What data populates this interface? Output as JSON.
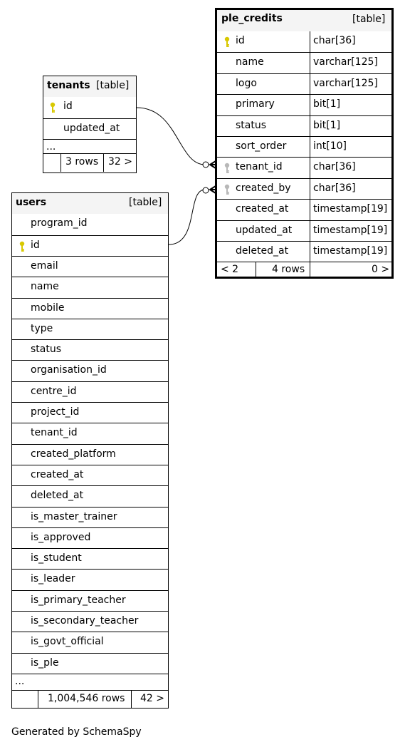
{
  "colors": {
    "key_primary": "#d8c800",
    "key_foreign": "#b8b8b8",
    "header_bg": "#f4f4f4"
  },
  "tenants": {
    "name": "tenants",
    "type": "[table]",
    "columns": [
      "id",
      "updated_at"
    ],
    "ellipsis": "...",
    "rows_label": "3 rows",
    "children_label": "32 >"
  },
  "ple_credits": {
    "name": "ple_credits",
    "type": "[table]",
    "columns": [
      {
        "name": "id",
        "type": "char[36]",
        "key": "primary"
      },
      {
        "name": "name",
        "type": "varchar[125]",
        "key": ""
      },
      {
        "name": "logo",
        "type": "varchar[125]",
        "key": ""
      },
      {
        "name": "primary",
        "type": "bit[1]",
        "key": ""
      },
      {
        "name": "status",
        "type": "bit[1]",
        "key": ""
      },
      {
        "name": "sort_order",
        "type": "int[10]",
        "key": ""
      },
      {
        "name": "tenant_id",
        "type": "char[36]",
        "key": "foreign"
      },
      {
        "name": "created_by",
        "type": "char[36]",
        "key": "foreign"
      },
      {
        "name": "created_at",
        "type": "timestamp[19]",
        "key": ""
      },
      {
        "name": "updated_at",
        "type": "timestamp[19]",
        "key": ""
      },
      {
        "name": "deleted_at",
        "type": "timestamp[19]",
        "key": ""
      }
    ],
    "parents_label": "< 2",
    "rows_label": "4 rows",
    "children_label": "0 >"
  },
  "users": {
    "name": "users",
    "type": "[table]",
    "columns": [
      "program_id",
      "id",
      "email",
      "name",
      "mobile",
      "type",
      "status",
      "organisation_id",
      "centre_id",
      "project_id",
      "tenant_id",
      "created_platform",
      "created_at",
      "deleted_at",
      "is_master_trainer",
      "is_approved",
      "is_student",
      "is_leader",
      "is_primary_teacher",
      "is_secondary_teacher",
      "is_govt_official",
      "is_ple"
    ],
    "ellipsis": "...",
    "rows_label": "1,004,546 rows",
    "children_label": "42 >"
  },
  "footer": "Generated by SchemaSpy"
}
